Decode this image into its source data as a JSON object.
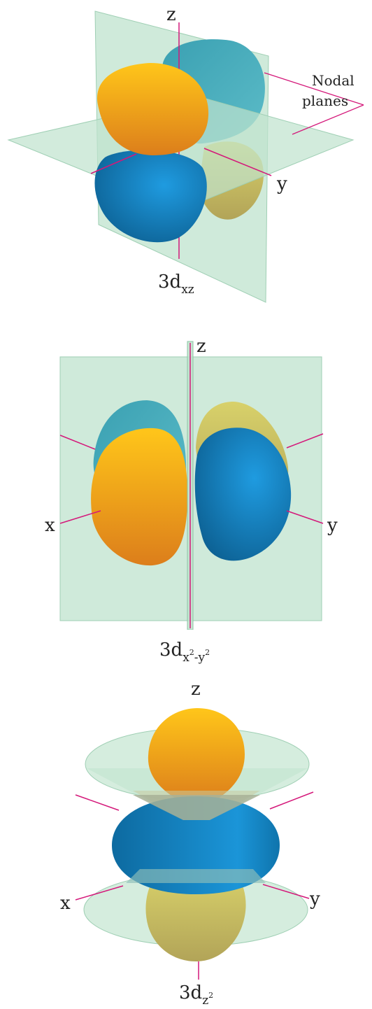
{
  "diagram_1": {
    "axis_z": "z",
    "axis_y": "y",
    "callout_line1": "Nodal",
    "callout_line2": "planes",
    "caption_main": "3d",
    "caption_sub": "xz"
  },
  "diagram_2": {
    "axis_z": "z",
    "axis_x": "x",
    "axis_y": "y",
    "caption_main": "3d",
    "caption_sub_x": "x",
    "caption_sup_2a": "2",
    "caption_dash": "-",
    "caption_sub_y": "y",
    "caption_sup_2b": "2"
  },
  "diagram_3": {
    "axis_z": "z",
    "axis_x": "x",
    "axis_y": "y",
    "caption_main": "3d",
    "caption_sub": "z",
    "caption_sup": "2"
  },
  "colors": {
    "lobe_orange": "#f5a51c",
    "lobe_blue": "#1681bf",
    "lobe_teal": "#3fa9b8",
    "lobe_olive": "#c9c060",
    "plane": "#bfe3cd",
    "axis": "#d4187a"
  }
}
